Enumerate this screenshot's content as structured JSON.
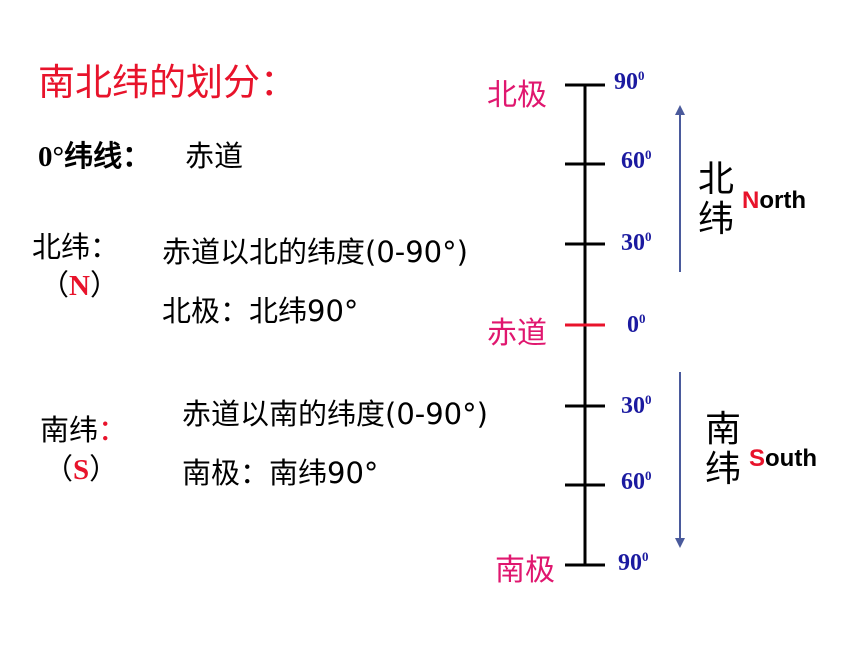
{
  "title": "南北纬的划分：",
  "equator_def": {
    "label": "0°纬线：",
    "value": "赤道"
  },
  "north": {
    "label": "北纬：",
    "code_open": "（",
    "code": "N",
    "code_close": "）",
    "desc": "赤道以北的纬度(0-90°)",
    "pole": "北极：北纬90°"
  },
  "south": {
    "label": "南纬",
    "colon": "：",
    "code_open": "（",
    "code": "S",
    "code_close": "）",
    "desc": "赤道以南的纬度(0-90°)",
    "pole": "南极：南纬90°"
  },
  "scale": {
    "north_pole": "北极",
    "equator": "赤道",
    "south_pole": "南极",
    "ticks": [
      {
        "value": "90",
        "unit": "0"
      },
      {
        "value": "60",
        "unit": "0"
      },
      {
        "value": "30",
        "unit": "0"
      },
      {
        "value": "0",
        "unit": "0"
      },
      {
        "value": "30",
        "unit": "0"
      },
      {
        "value": "60",
        "unit": "0"
      },
      {
        "value": "90",
        "unit": "0"
      }
    ]
  },
  "north_side": {
    "char1": "北",
    "char2": "纬",
    "en_first": "N",
    "en_rest": "orth"
  },
  "south_side": {
    "char1": "南",
    "char2": "纬",
    "en_first": "S",
    "en_rest": "outh"
  },
  "colors": {
    "red": "#e8132b",
    "magenta": "#e0176f",
    "blue": "#1b1aa0",
    "arrow": "#4a5a9c"
  }
}
